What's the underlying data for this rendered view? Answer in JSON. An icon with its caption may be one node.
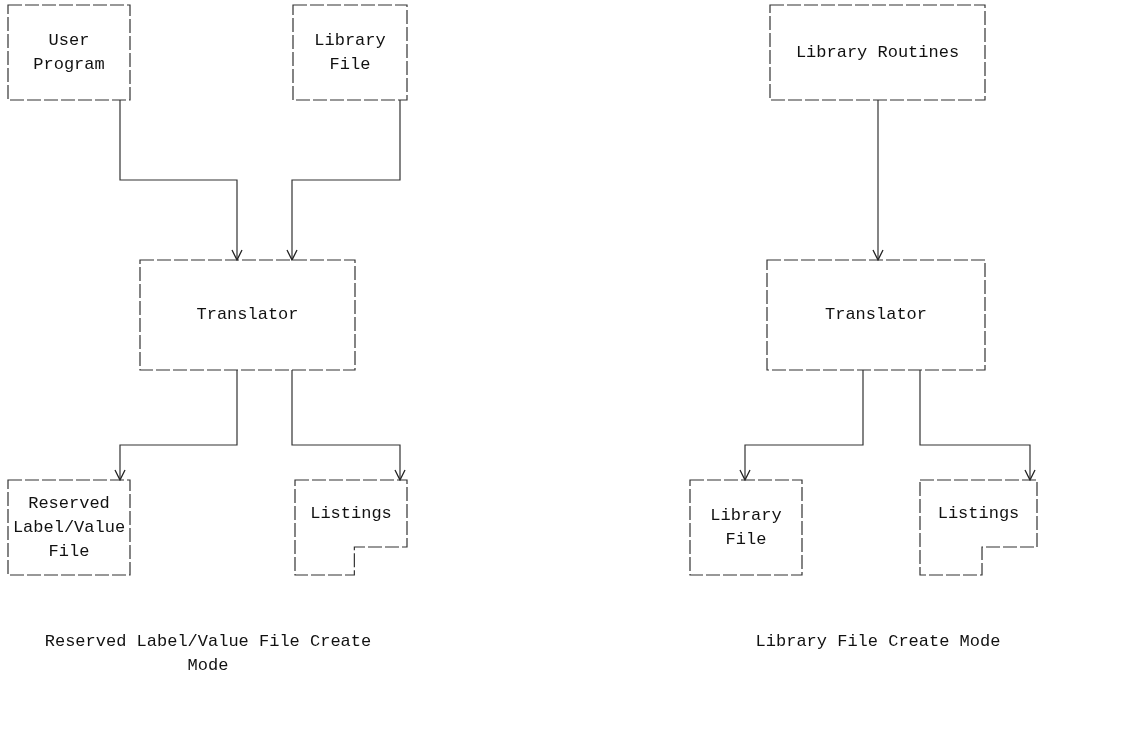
{
  "diagram": {
    "nodes": [
      {
        "text": [
          "User Program"
        ]
      },
      {
        "text": [
          "Library File"
        ]
      },
      {
        "text": [
          "Translator"
        ]
      },
      {
        "text": [
          "Reserved Label/Value File"
        ]
      },
      {
        "text": [
          "Listings"
        ]
      },
      {
        "text": [
          "Library Routines"
        ]
      },
      {
        "text": [
          "Translator"
        ]
      },
      {
        "text": [
          "Library File"
        ]
      },
      {
        "text": [
          "Listings"
        ]
      }
    ],
    "edges": [
      {
        "from": 0,
        "to": 2,
        "arrow": "to"
      },
      {
        "from": 1,
        "to": 2,
        "arrow": "to"
      },
      {
        "from": 2,
        "to": 3,
        "arrow": "to"
      },
      {
        "from": 2,
        "to": 4,
        "arrow": "to"
      },
      {
        "from": 5,
        "to": 6,
        "arrow": "to"
      },
      {
        "from": 6,
        "to": 7,
        "arrow": "to"
      },
      {
        "from": 6,
        "to": 8,
        "arrow": "to"
      }
    ],
    "labels": [
      "Reserved Label/Value File Create Mode",
      "Library File Create Mode"
    ]
  }
}
